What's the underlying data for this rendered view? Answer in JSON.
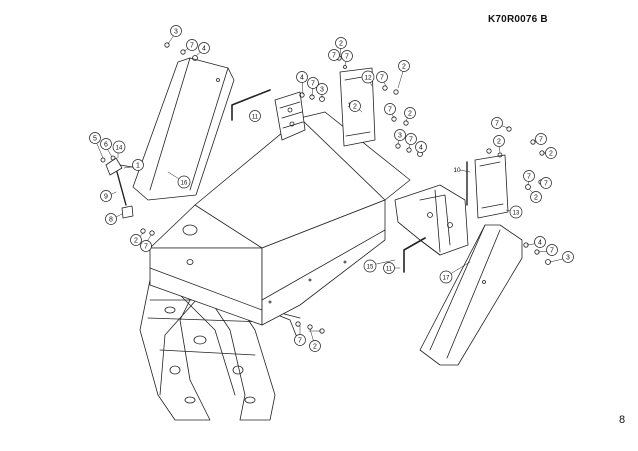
{
  "header": {
    "drawing_code": "K70R0076   B"
  },
  "footer": {
    "page_number": "8"
  },
  "callouts": [
    {
      "id": "c1",
      "label": "3"
    },
    {
      "id": "c2",
      "label": "7"
    },
    {
      "id": "c3",
      "label": "4"
    },
    {
      "id": "c4",
      "label": "2"
    },
    {
      "id": "c5",
      "label": "7"
    },
    {
      "id": "c6",
      "label": "2"
    },
    {
      "id": "c7",
      "label": "12"
    },
    {
      "id": "c8",
      "label": "7"
    },
    {
      "id": "c9",
      "label": "4"
    },
    {
      "id": "c10",
      "label": "7"
    },
    {
      "id": "c11",
      "label": "3"
    },
    {
      "id": "c12",
      "label": "10"
    },
    {
      "id": "c13",
      "label": "7"
    },
    {
      "id": "c14",
      "label": "2"
    },
    {
      "id": "c15",
      "label": "11"
    },
    {
      "id": "c16",
      "label": "3"
    },
    {
      "id": "c17",
      "label": "7"
    },
    {
      "id": "c18",
      "label": "4"
    },
    {
      "id": "c19",
      "label": "5"
    },
    {
      "id": "c20",
      "label": "6"
    },
    {
      "id": "c21",
      "label": "14"
    },
    {
      "id": "c22",
      "label": "1"
    },
    {
      "id": "c23",
      "label": "16"
    },
    {
      "id": "c24",
      "label": "9"
    },
    {
      "id": "c25",
      "label": "8"
    },
    {
      "id": "c26",
      "label": "2"
    },
    {
      "id": "c27",
      "label": "7"
    },
    {
      "id": "c28",
      "label": "7"
    },
    {
      "id": "c29",
      "label": "2"
    },
    {
      "id": "c30",
      "label": "10"
    },
    {
      "id": "c31",
      "label": "7"
    },
    {
      "id": "c32",
      "label": "2"
    },
    {
      "id": "c33",
      "label": "7"
    },
    {
      "id": "c34",
      "label": "13"
    },
    {
      "id": "c35",
      "label": "15"
    },
    {
      "id": "c36",
      "label": "11"
    },
    {
      "id": "c37",
      "label": "17"
    },
    {
      "id": "c38",
      "label": "4"
    },
    {
      "id": "c39",
      "label": "7"
    },
    {
      "id": "c40",
      "label": "3"
    },
    {
      "id": "c41",
      "label": "7"
    },
    {
      "id": "c42",
      "label": "2"
    },
    {
      "id": "c43",
      "label": "7"
    },
    {
      "id": "c44",
      "label": "2"
    },
    {
      "id": "c45",
      "label": "7"
    },
    {
      "id": "c46",
      "label": "2"
    }
  ]
}
